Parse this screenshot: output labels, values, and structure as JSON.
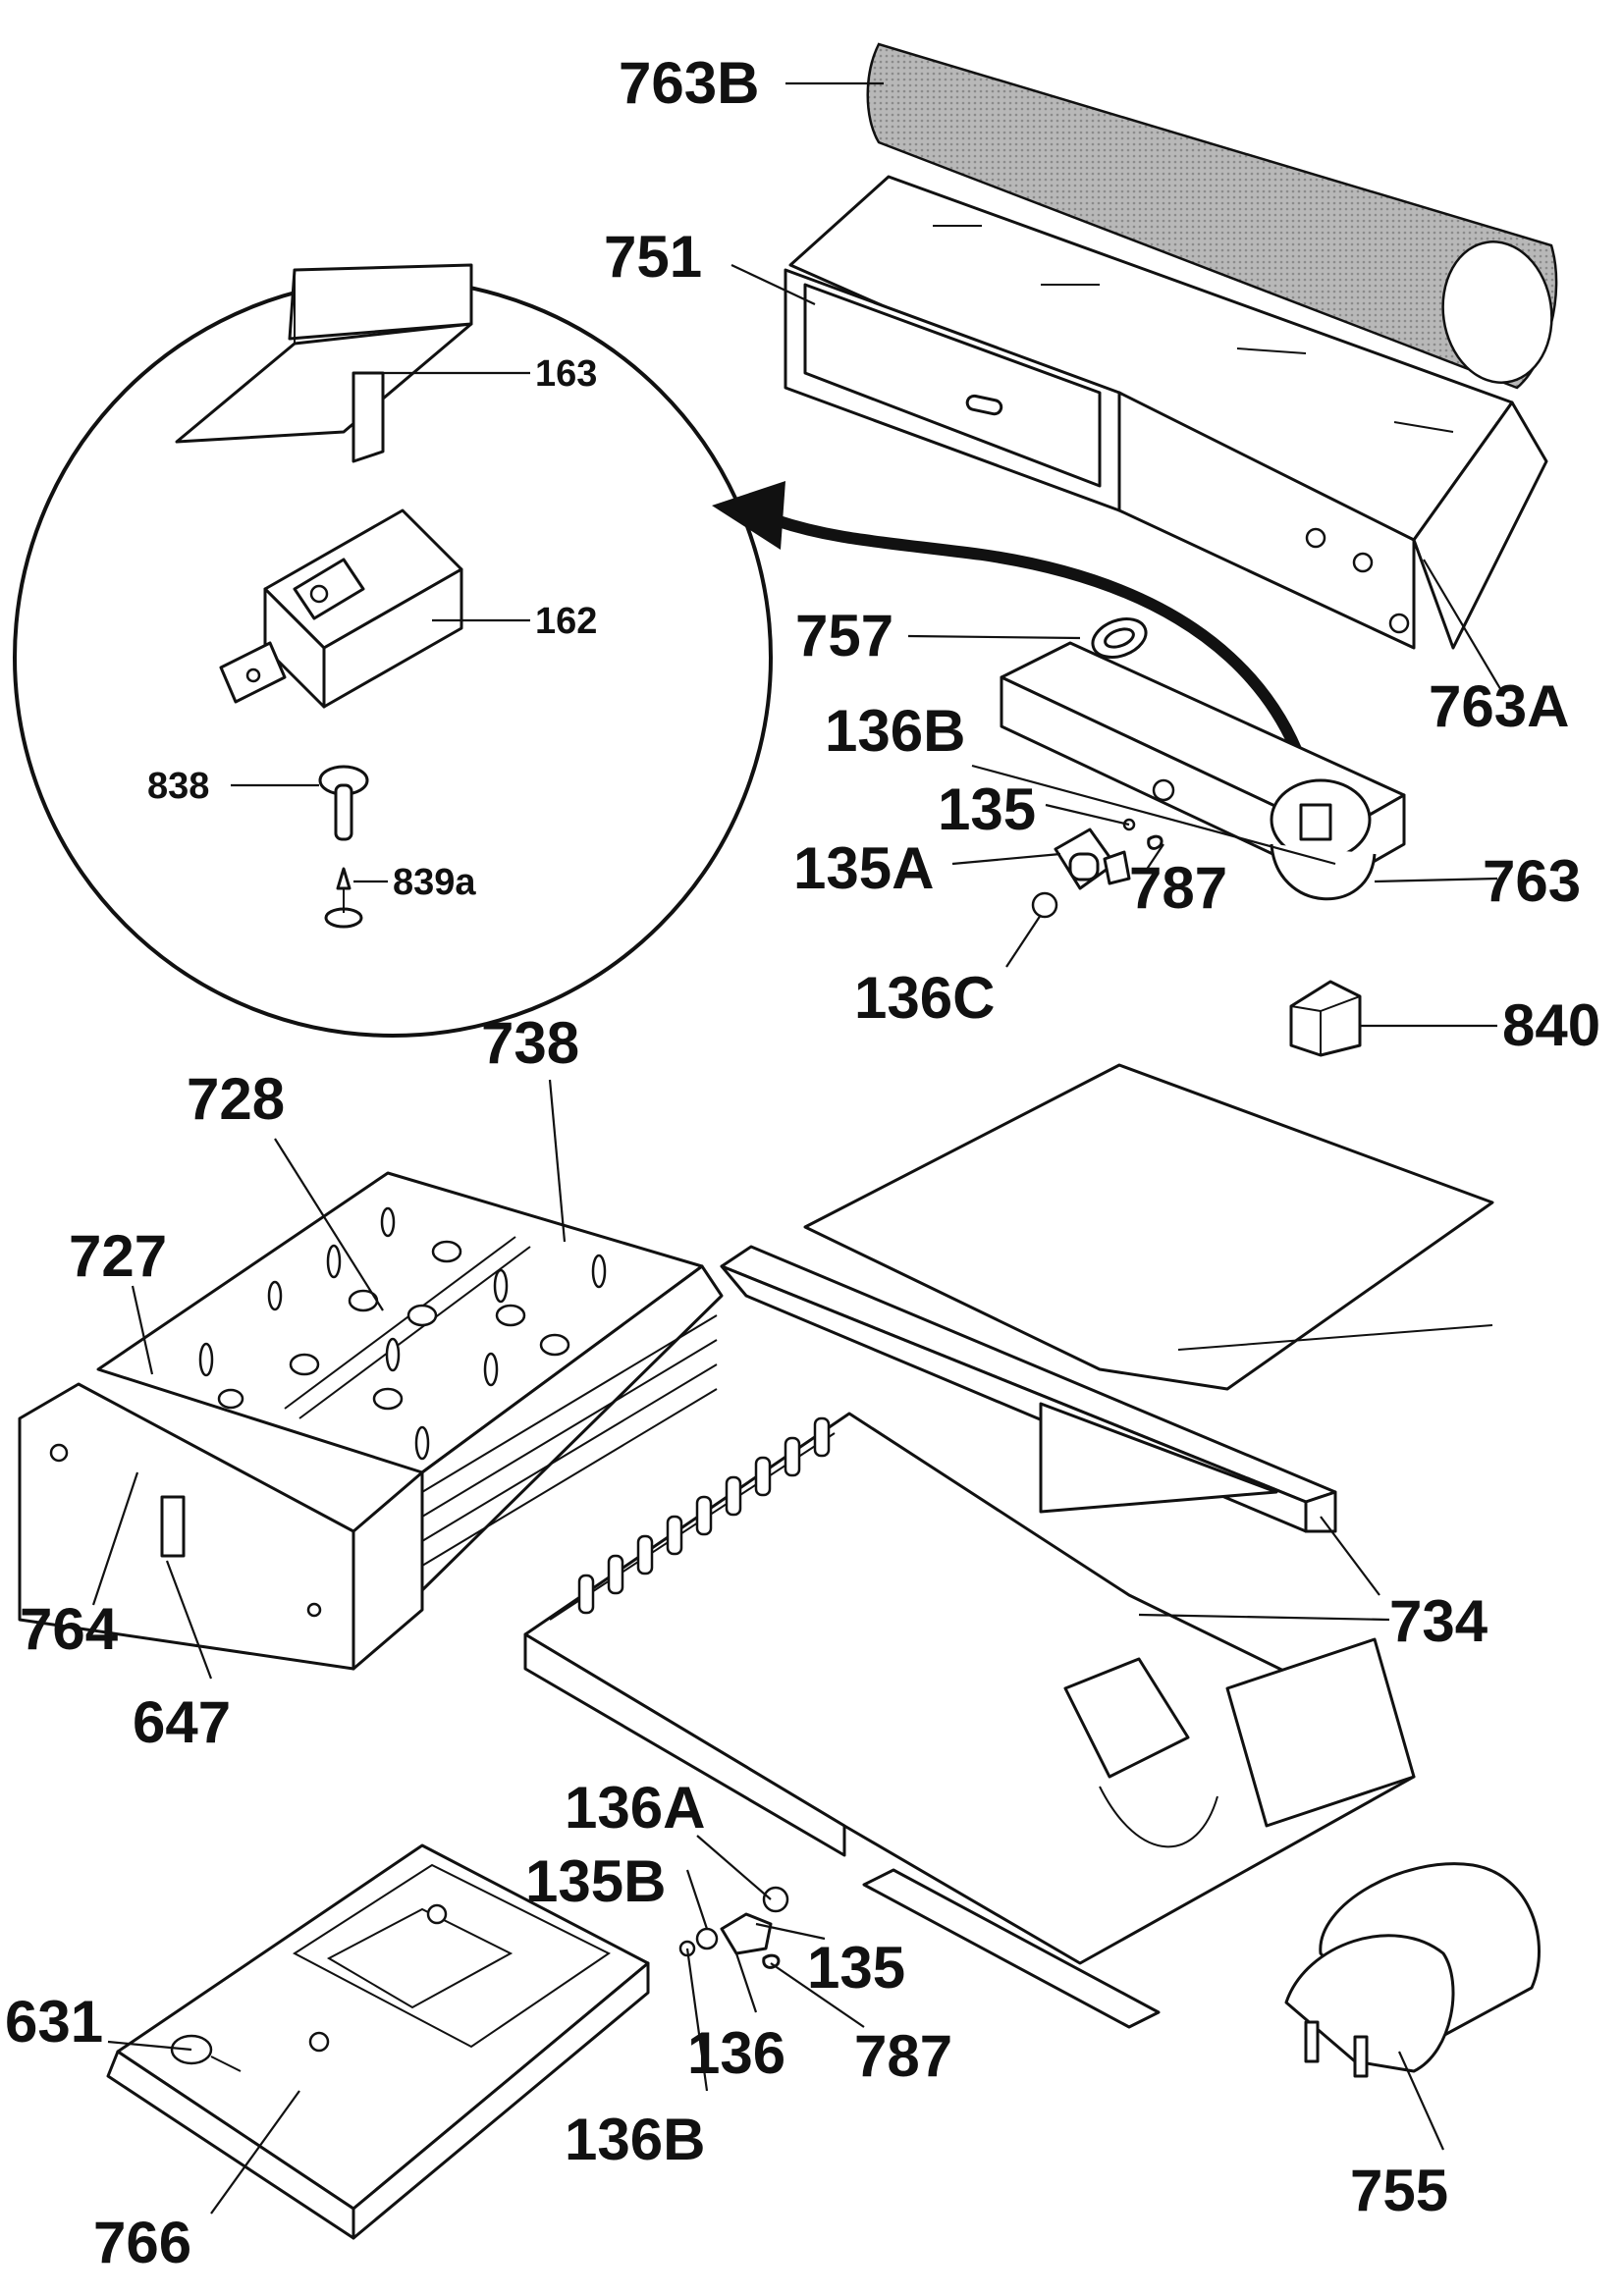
{
  "inset_labels": [
    {
      "id": "163",
      "text": "163"
    },
    {
      "id": "162",
      "text": "162"
    },
    {
      "id": "838",
      "text": "838"
    },
    {
      "id": "839a",
      "text": "839a"
    }
  ],
  "main_labels": [
    {
      "id": "763B",
      "text": "763B"
    },
    {
      "id": "751",
      "text": "751"
    },
    {
      "id": "757",
      "text": "757"
    },
    {
      "id": "763A",
      "text": "763A"
    },
    {
      "id": "136B_top",
      "text": "136B"
    },
    {
      "id": "135_top",
      "text": "135"
    },
    {
      "id": "135A",
      "text": "135A"
    },
    {
      "id": "787_top",
      "text": "787"
    },
    {
      "id": "763",
      "text": "763"
    },
    {
      "id": "136C",
      "text": "136C"
    },
    {
      "id": "840",
      "text": "840"
    },
    {
      "id": "738",
      "text": "738"
    },
    {
      "id": "728",
      "text": "728"
    },
    {
      "id": "727",
      "text": "727"
    },
    {
      "id": "764",
      "text": "764"
    },
    {
      "id": "647",
      "text": "647"
    },
    {
      "id": "734",
      "text": "734"
    },
    {
      "id": "136A",
      "text": "136A"
    },
    {
      "id": "135B",
      "text": "135B"
    },
    {
      "id": "135_bottom",
      "text": "135"
    },
    {
      "id": "136_bottom",
      "text": "136"
    },
    {
      "id": "787_bottom",
      "text": "787"
    },
    {
      "id": "631",
      "text": "631"
    },
    {
      "id": "136B_bottom",
      "text": "136B"
    },
    {
      "id": "766",
      "text": "766"
    },
    {
      "id": "755",
      "text": "755"
    }
  ]
}
